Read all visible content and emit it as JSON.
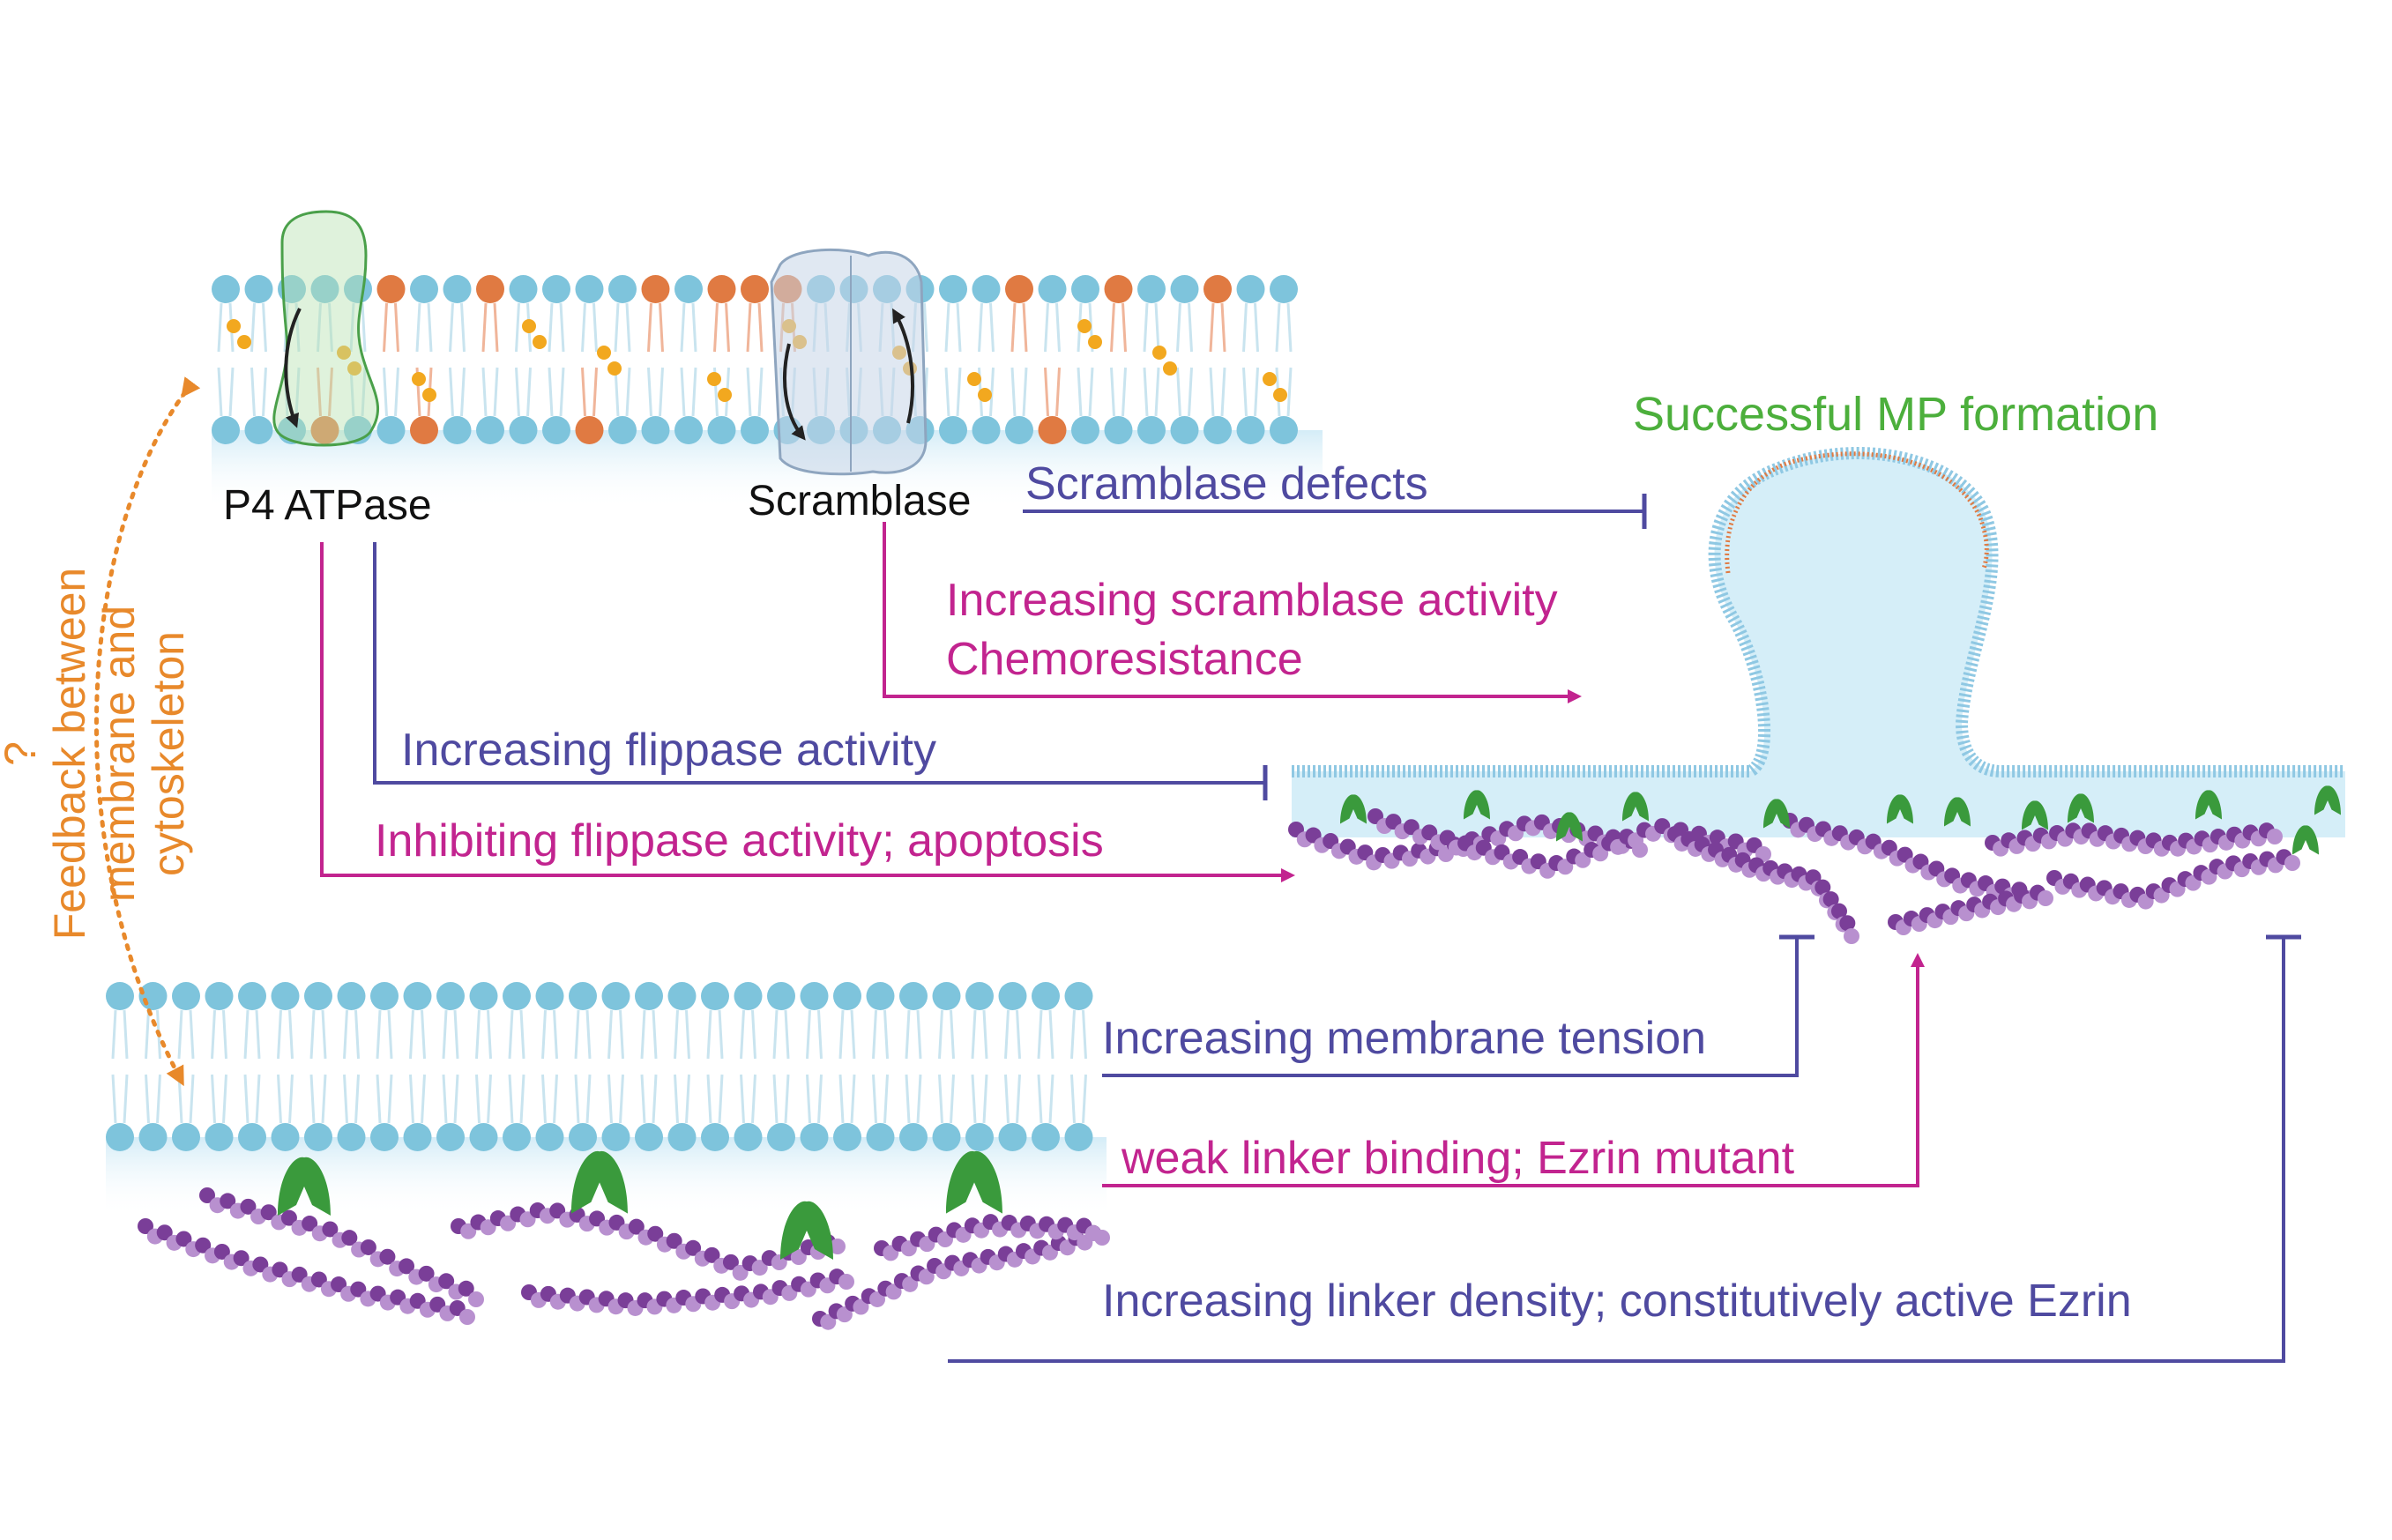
{
  "colors": {
    "head": "#7ec4dc",
    "head_anionic": "#e07a42",
    "tail": "#c9e4ef",
    "blue_arrow": "#4f4aa0",
    "pink_arrow": "#c2248f",
    "orange_arrow": "#e8892b",
    "green_linker": "#3a9a3c",
    "actin_dark": "#7a3e98",
    "actin_light": "#b890cf",
    "bleb": "#d5eef8",
    "lipid_gold": "#f2a81f"
  },
  "labels": {
    "p4_atpase": "P4 ATPase",
    "scramblase": "Scramblase",
    "scramblase_defects": "Scramblase defects",
    "increasing_scramblase": "Increasing scramblase activity",
    "chemoresistance": "Chemoresistance",
    "increasing_flippase": "Increasing flippase activity",
    "inhibiting_flippase": "Inhibiting flippase activity; apoptosis",
    "successful_mp": "Successful MP formation",
    "membrane_tension": "Increasing membrane tension",
    "weak_linker": "weak linker binding; Ezrin mutant",
    "linker_density": "Increasing linker density; constitutively active Ezrin",
    "feedback_q": "?",
    "feedback_line1": "Feedback between",
    "feedback_line2": "membrane and",
    "feedback_line3": "cytoskeleton"
  },
  "icons": [
    "p4-atpase-icon",
    "scramblase-icon",
    "ezrin-linker-icon",
    "actin-filament-icon",
    "membrane-bleb-icon"
  ]
}
